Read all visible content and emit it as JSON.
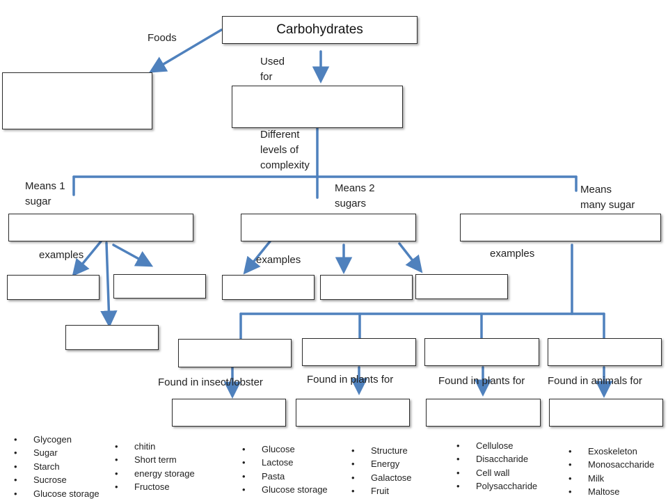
{
  "title": "Carbohydrates",
  "labels": {
    "foods": "Foods",
    "used_for": [
      "Used",
      "for"
    ],
    "complexity": [
      "Different",
      "levels of",
      "complexity"
    ],
    "mono": [
      "Means 1",
      "sugar"
    ],
    "di": [
      "Means 2",
      "sugars"
    ],
    "poly": [
      "Means",
      "many sugar"
    ],
    "examples": "examples",
    "found_insect": "Found in insect/lobster",
    "found_plants": "Found in plants for",
    "found_animals": "Found in animals for"
  },
  "word_bank": [
    [
      "Glycogen",
      "Sugar",
      "Starch",
      "Sucrose",
      "Glucose storage"
    ],
    [
      "chitin",
      "Short term",
      "energy storage",
      "Fructose"
    ],
    [
      "Glucose",
      "Lactose",
      "Pasta",
      "Glucose storage"
    ],
    [
      "Structure",
      "Energy",
      "Galactose",
      "Fruit"
    ],
    [
      "Cellulose",
      "Disaccharide",
      "Cell wall",
      "Polysaccharide"
    ],
    [
      "Exoskeleton",
      "Monosaccharide",
      "Milk",
      "Maltose"
    ]
  ],
  "colors": {
    "connector": "#4f81bd",
    "box_border": "#2b2b2b"
  }
}
